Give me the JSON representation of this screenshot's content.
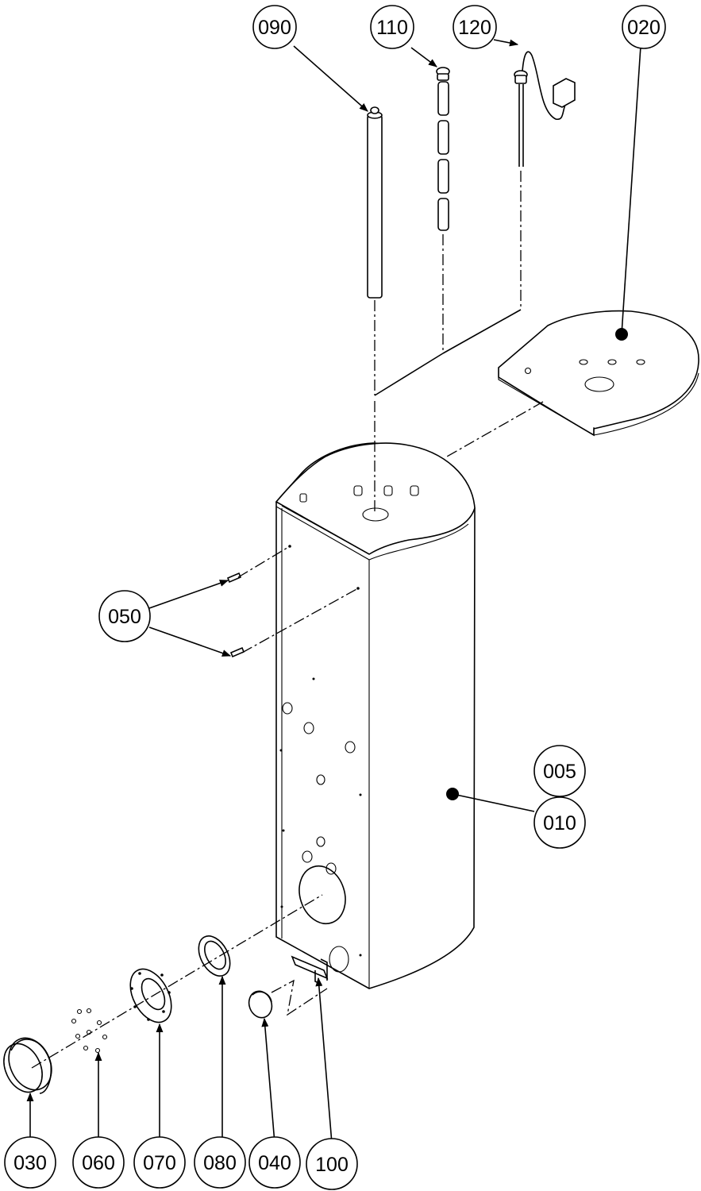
{
  "diagram": {
    "type": "exploded-parts-drawing",
    "callouts": [
      "090",
      "110",
      "120",
      "020",
      "050",
      "005",
      "010",
      "030",
      "060",
      "070",
      "080",
      "040",
      "100"
    ]
  }
}
